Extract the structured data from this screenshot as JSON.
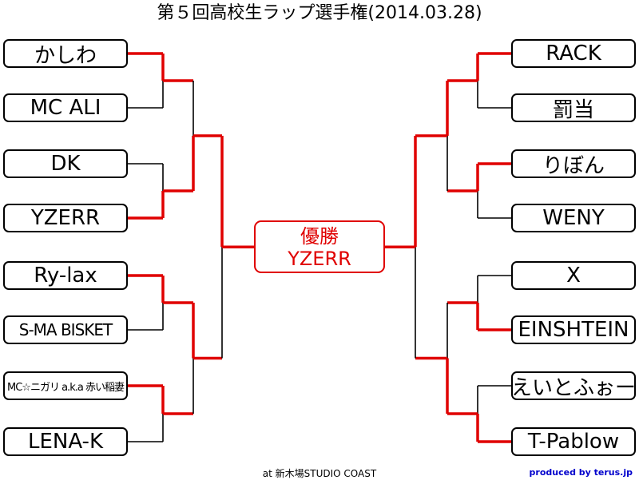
{
  "title": "第５回高校生ラップ選手権(2014.03.28)",
  "left_players": [
    "かしわ",
    "MC ALI",
    "DK",
    "YZERR",
    "Ry-lax",
    "S-MA BISKET",
    "MC☆ニガリ a.k.a 赤い稲妻",
    "LENA-K"
  ],
  "right_players": [
    "RACK",
    "罰当",
    "りぼん",
    "WENY",
    "X",
    "EINSHTEIN",
    "えいとふぉー",
    "T-Pablow"
  ],
  "winner": {
    "label": "優勝",
    "name": "YZERR"
  },
  "venue": "at 新木場STUDIO COAST",
  "credit": "produced by terus.jp",
  "colors": {
    "win": "#e00000",
    "lose": "#000000"
  },
  "results": {
    "left_round1_winners": [
      0,
      3,
      4,
      6
    ],
    "left_round2_winners": [
      3,
      4
    ],
    "left_semifinal_winner": 3,
    "right_round1_winners": [
      0,
      2,
      5,
      7
    ],
    "right_round2_winners": [
      0,
      7
    ],
    "right_semifinal_winner": 0,
    "final_winner_side": "left"
  }
}
